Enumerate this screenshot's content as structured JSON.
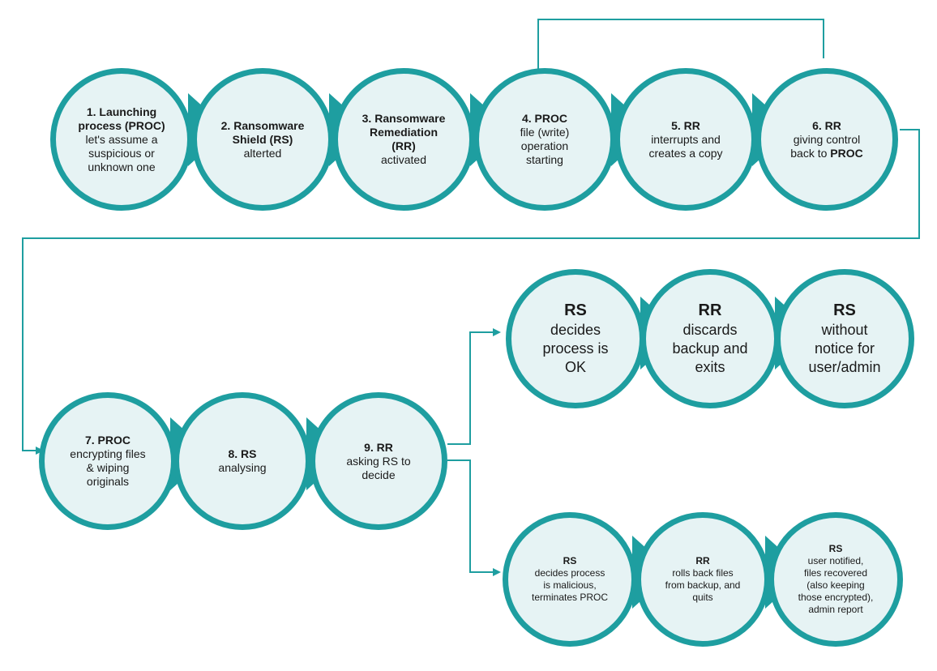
{
  "colors": {
    "stroke": "#1e9ea0",
    "fill": "#e6f3f4",
    "text": "#1a1a1a"
  },
  "nodes": [
    {
      "title": "1. Launching process (PROC)",
      "body": [
        "let's assume a",
        "suspicious or",
        "unknown one"
      ]
    },
    {
      "title": "2. Ransomware Shield (RS)",
      "body": [
        "alterted"
      ]
    },
    {
      "title": "3. Ransomware Remediation (RR)",
      "body": [
        "activated"
      ]
    },
    {
      "title": "4. PROC",
      "body": [
        "file (write)",
        "operation",
        "starting"
      ]
    },
    {
      "title": "5. RR",
      "body": [
        "interrupts and",
        "creates a copy"
      ]
    },
    {
      "title": "6. RR",
      "body": [
        "giving control",
        "back to"
      ],
      "body_bold": "PROC"
    },
    {
      "title": "7. PROC",
      "body": [
        "encrypting files",
        "& wiping",
        "originals"
      ]
    },
    {
      "title": "8. RS",
      "body": [
        "analysing"
      ]
    },
    {
      "title": "9. RR",
      "body": [
        "asking RS to",
        "decide"
      ]
    }
  ],
  "branch_ok": [
    {
      "title": "RS",
      "body": [
        "decides",
        "process is",
        "OK"
      ]
    },
    {
      "title": "RR",
      "body": [
        "discards",
        "backup and",
        "exits"
      ]
    },
    {
      "title": "RS",
      "body": [
        "without",
        "notice for",
        "user/admin"
      ]
    }
  ],
  "branch_bad": [
    {
      "title": "RS",
      "body": [
        "decides process",
        "is malicious,",
        "terminates PROC"
      ]
    },
    {
      "title": "RR",
      "body": [
        "rolls back files",
        "from backup, and",
        "quits"
      ]
    },
    {
      "title": "RS",
      "body": [
        "user notified,",
        "files recovered",
        "(also keeping",
        "those encrypted),",
        "admin report"
      ]
    }
  ]
}
